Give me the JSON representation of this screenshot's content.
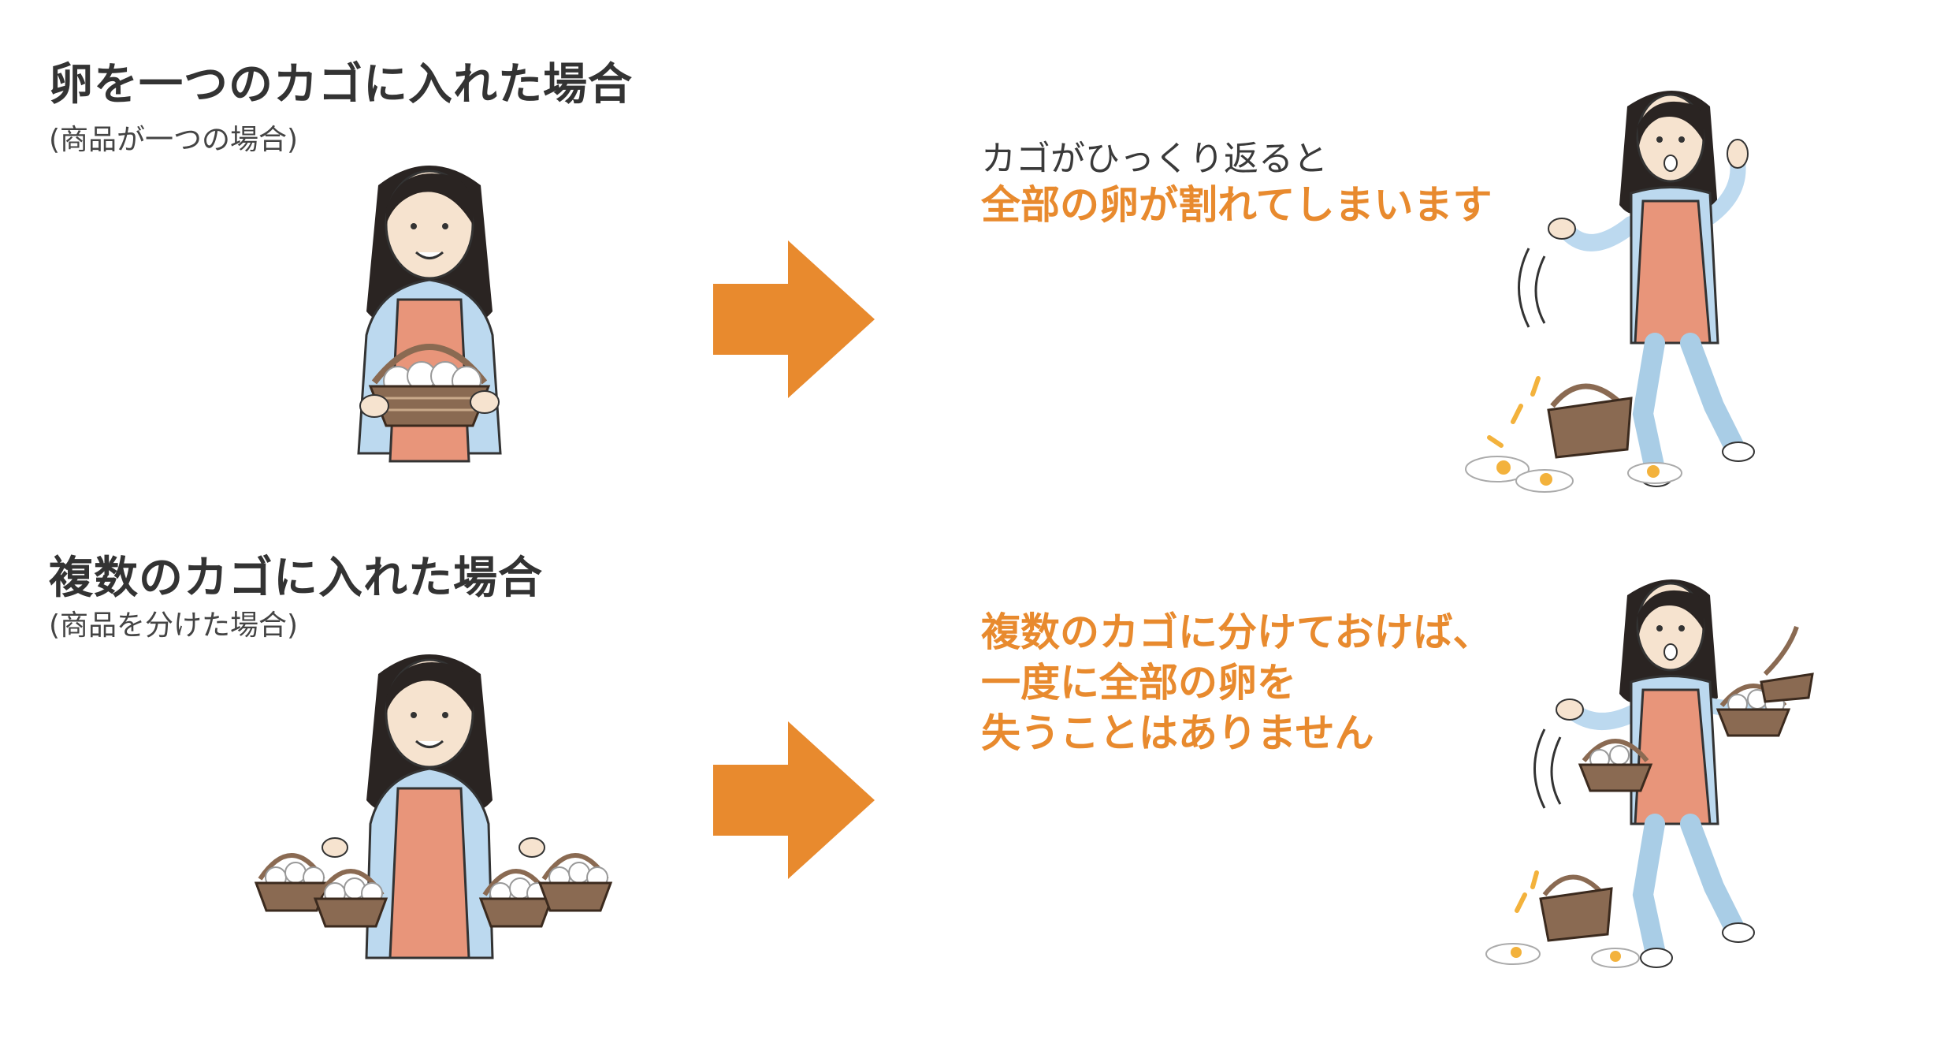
{
  "top_case": {
    "heading": "卵を一つのカゴに入れた場合",
    "subheading": "(商品が一つの場合)",
    "result_line1": "カゴがひっくり返ると",
    "result_line2": "全部の卵が割れてしまいます"
  },
  "bottom_case": {
    "heading": "複数のカゴに入れた場合",
    "subheading": "(商品を分けた場合)",
    "result_lines": [
      "複数のカゴに分けておけば、",
      "一度に全部の卵を",
      "失うことはありません"
    ]
  },
  "colors": {
    "accent": "#e88a2e",
    "apron": "#e8957a",
    "shirt": "#bcd9ef",
    "hair": "#2a2422",
    "basket": "#8a6a52",
    "text": "#333333"
  }
}
